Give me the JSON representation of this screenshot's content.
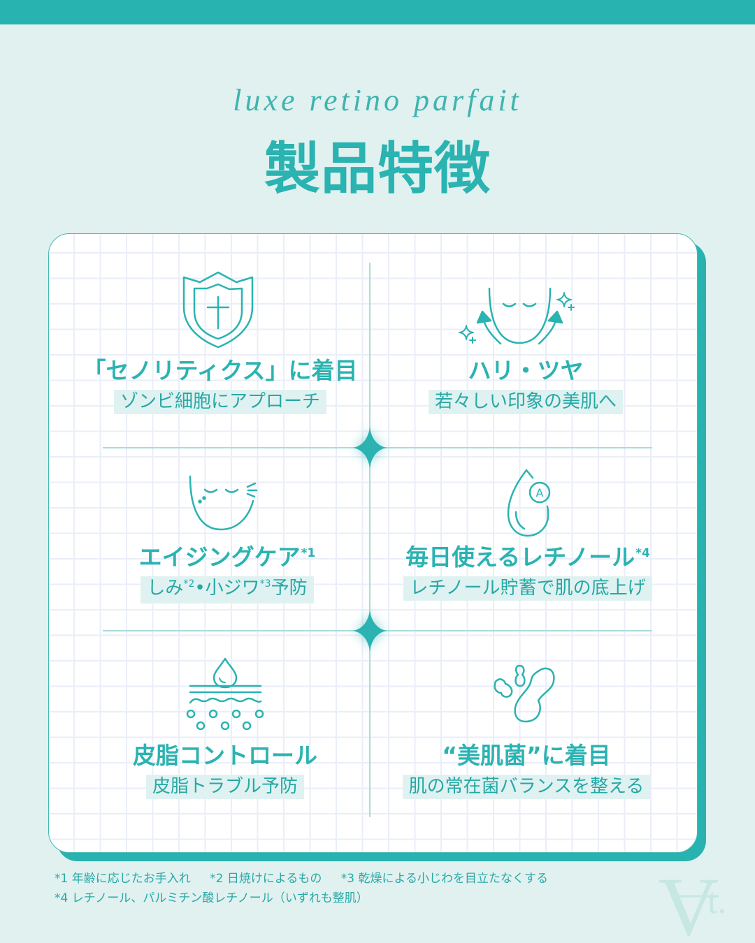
{
  "header": {
    "script_title": "luxe retino parfait",
    "title": "製品特徴"
  },
  "features": [
    {
      "title": "「セノリティクス」に着目",
      "subtitle": "ゾンビ細胞にアプローチ",
      "icon": "shield-cross"
    },
    {
      "title": "ハリ・ツヤ",
      "subtitle": "若々しい印象の美肌へ",
      "icon": "face-lift-sparkle"
    },
    {
      "title": "エイジングケア",
      "title_sup": "*1",
      "subtitle_segments": [
        "しみ",
        "*2",
        "•小ジワ",
        "*3",
        "予防"
      ],
      "icon": "smiling-face"
    },
    {
      "title": "毎日使えるレチノール",
      "title_sup": "*4",
      "subtitle": "レチノール貯蓄で肌の底上げ",
      "icon": "vitamin-a-drop",
      "icon_label": "A"
    },
    {
      "title": "皮脂コントロール",
      "subtitle": "皮脂トラブル予防",
      "icon": "skin-sebum-layers"
    },
    {
      "title": "“美肌菌”に着目",
      "subtitle": "肌の常在菌バランスを整える",
      "icon": "bacteria"
    }
  ],
  "footnotes": {
    "line1": [
      "*1 年齢に応じたお手入れ",
      "*2 日焼けによるもの",
      "*3 乾燥による小じわを目立たなくする"
    ],
    "line2": [
      "*4 レチノール、パルミチン酸レチノール（いずれも整肌）"
    ]
  },
  "watermark": {
    "main": "V",
    "suffix": "t."
  },
  "colors": {
    "accent": "#2ab3b1",
    "top_bar": "#28b2b0",
    "background": "#e0f1f0",
    "chip_background": "#dff2f1",
    "divider": "#a9ddd9",
    "grid": "#eaeef8",
    "watermark": "#c6e7e2"
  }
}
